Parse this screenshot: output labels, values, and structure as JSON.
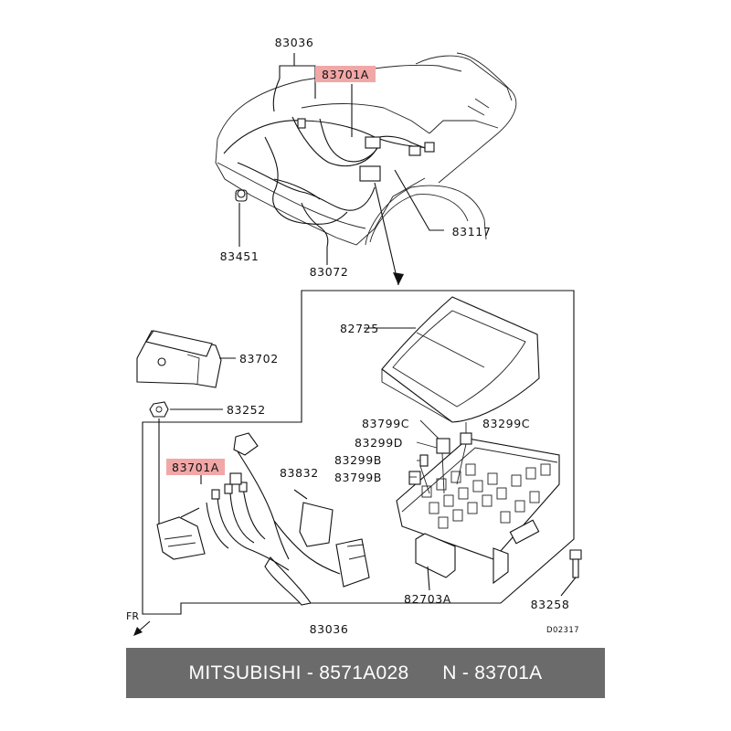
{
  "callouts": {
    "harness_top": "83036",
    "highlight_top": "83701A",
    "connector_right": "83117",
    "grommet_left": "83451",
    "harness_bottom_engine": "83072",
    "cover": "82725",
    "bracket": "83702",
    "nut": "83252",
    "fuse_c_left": "83799C",
    "fuse_c_right": "83299C",
    "fuse_d": "83299D",
    "fuse_b": "83299B",
    "relay_b": "83799B",
    "highlight_left": "83701A",
    "clip": "83832",
    "box": "82703A",
    "bolt": "83258",
    "harness_bottom": "83036"
  },
  "direction_label": "FR",
  "drawing_code": "D02317",
  "footer": {
    "text": "MITSUBISHI - 8571A028      N - 83701A"
  },
  "colors": {
    "highlight": "#f2a7a7",
    "footer_bg": "#6b6b6b",
    "line": "#111111"
  }
}
